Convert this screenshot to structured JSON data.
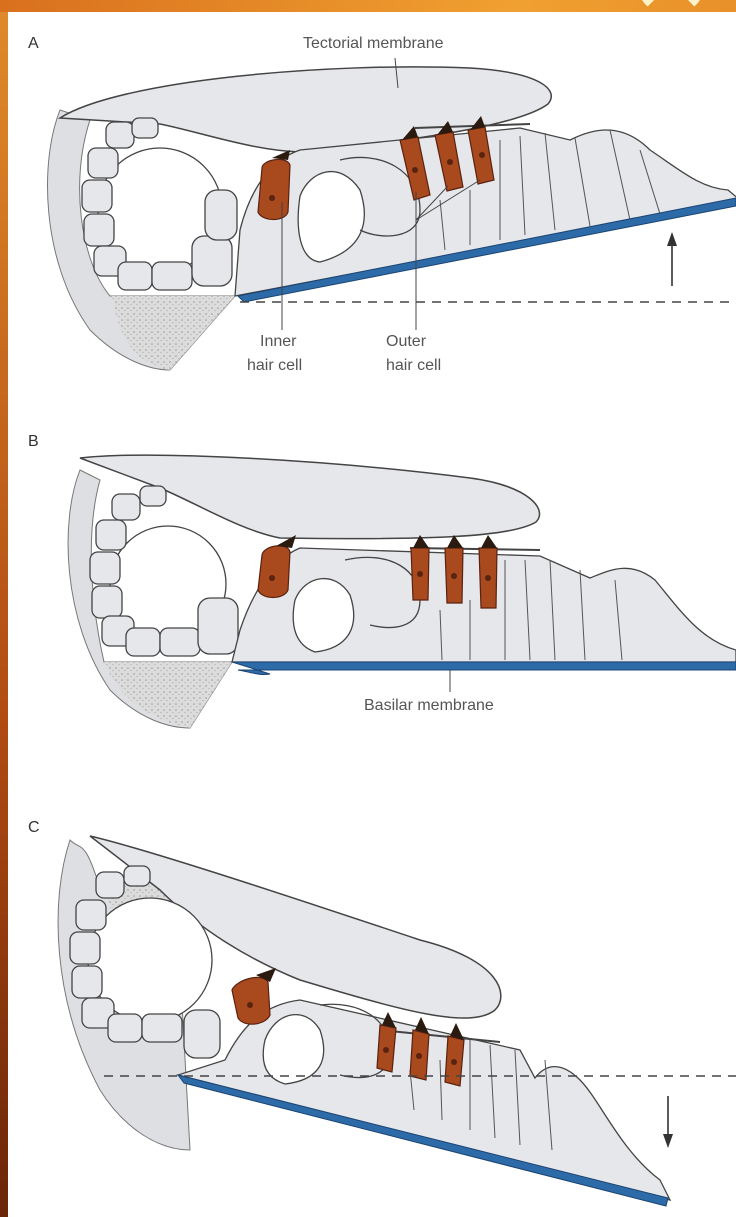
{
  "panels": [
    {
      "letter": "A"
    },
    {
      "letter": "B"
    },
    {
      "letter": "C"
    }
  ],
  "labels": {
    "tectorial_membrane": "Tectorial membrane",
    "inner_hair_cell_line1": "Inner",
    "inner_hair_cell_line2": "hair cell",
    "outer_hair_cell_line1": "Outer",
    "outer_hair_cell_line2": "hair cell",
    "basilar_membrane": "Basilar membrane"
  },
  "colors": {
    "frame": "#c8631c",
    "tissue": "#e6e7ea",
    "outline": "#4a4a4a",
    "hair_cell": "#a8491e",
    "basilar": "#2d6aa8"
  }
}
